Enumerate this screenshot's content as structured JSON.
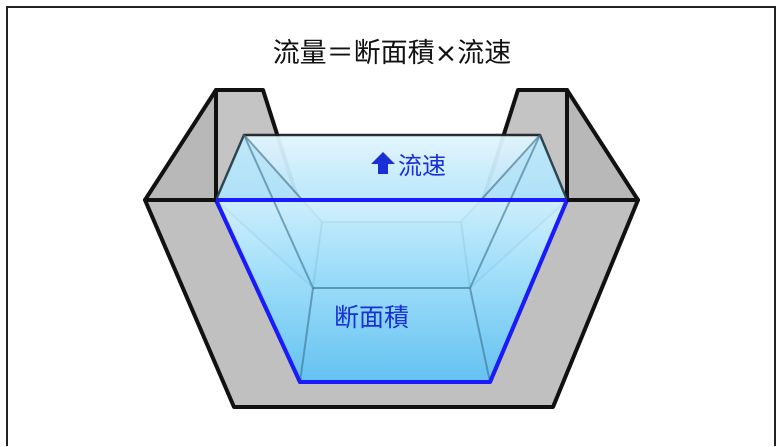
{
  "title": "流量＝断面積×流速",
  "labels": {
    "flow_velocity": "流速",
    "cross_section": "断面積"
  },
  "icons": {
    "flow_direction": "up-arrow-icon"
  },
  "colors": {
    "water_fill": "#7fd3f7",
    "cross_section_outline": "#1a1aff",
    "channel_wall": "#c0c0c0",
    "outline": "#111111",
    "label_text": "#1a2fd6"
  }
}
